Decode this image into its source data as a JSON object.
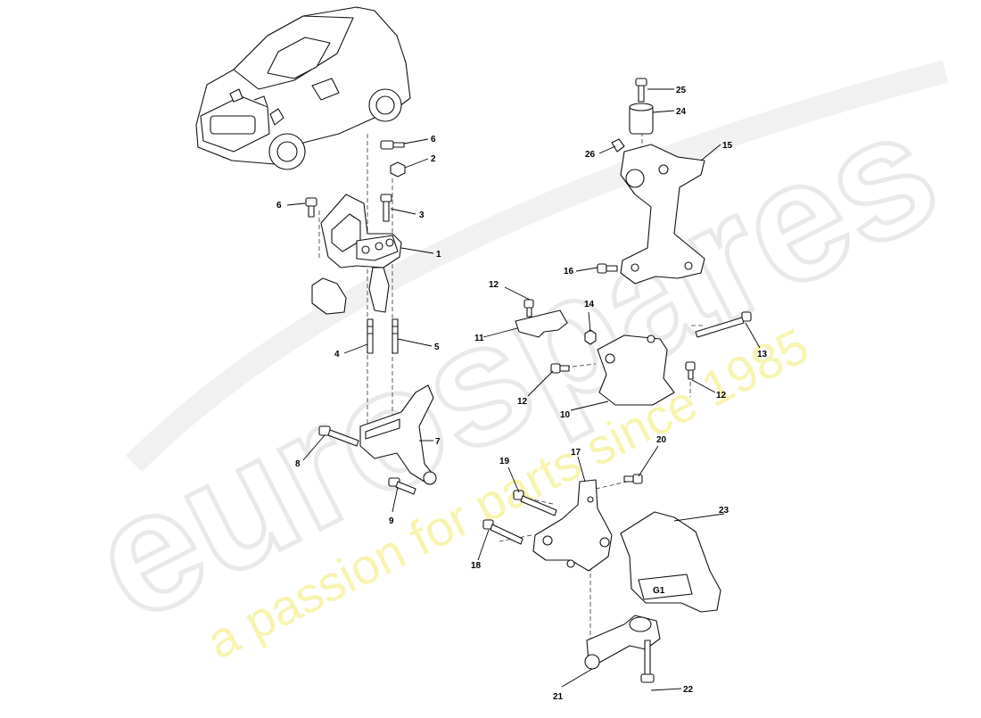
{
  "watermark": {
    "logo_text": "eurospares",
    "tagline": "a passion for parts since 1985"
  },
  "callouts": {
    "c1": "1",
    "c2": "2",
    "c3": "3",
    "c4": "4",
    "c5": "5",
    "c6a": "6",
    "c6b": "6",
    "c7": "7",
    "c8": "8",
    "c9": "9",
    "c10": "10",
    "c11": "11",
    "c12a": "12",
    "c12b": "12",
    "c12c": "12",
    "c13": "13",
    "c14": "14",
    "c15": "15",
    "c16": "16",
    "c17": "17",
    "c18": "18",
    "c19": "19",
    "c20": "20",
    "c21": "21",
    "c22": "22",
    "c23": "23",
    "c24": "24",
    "c25": "25",
    "c26": "26"
  },
  "parts": {
    "engine_mount_bracket_stamp": "G1"
  },
  "colors": {
    "watermark_logo": "#e9e9e9",
    "watermark_tagline": "#f7f4b0",
    "line": "#111111"
  }
}
